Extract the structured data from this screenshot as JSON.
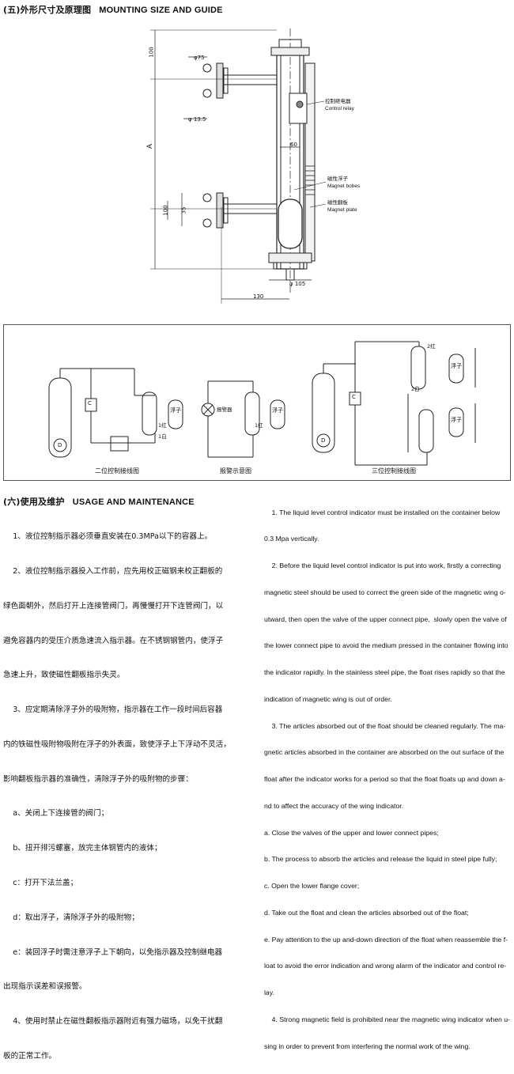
{
  "section5": {
    "title_cn": "(五)外形尺寸及原理图",
    "title_en": "MOUNTING SIZE AND GUIDE"
  },
  "dimensions": {
    "d75": "φ75",
    "d135": "φ 13.5",
    "h100": "100",
    "hA": "A",
    "d60": "60",
    "d35": "35",
    "d105": "φ 105",
    "d100": "100",
    "w130": "130"
  },
  "callouts": {
    "control_relay_cn": "控制继电器",
    "control_relay_en": "Control relay",
    "magnet_bobes_cn": "磁性浮子",
    "magnet_bobes_en": "Magnet bobes",
    "magnet_plate_cn": "磁性翻板",
    "magnet_plate_en": "Magnet plate"
  },
  "wiring": {
    "two_pos_caption": "二位控制接线图",
    "alarm_caption": "报警示意图",
    "three_pos_caption": "三位控制接线图",
    "float_label": "浮子",
    "c_label": "C",
    "d_label": "D",
    "relay_lbl": "1白",
    "red_lbl": "1红",
    "red2_lbl": "2红",
    "white2_lbl": "2白",
    "alarm_lbl": "报警器"
  },
  "section6": {
    "title_cn": "(六)使用及维护",
    "title_en": "USAGE AND MAINTENANCE"
  },
  "instructions_cn": [
    "    1、液位控制指示器必须垂直安装在0.3MPa以下的容器上。",
    "    2、液位控制指示器投入工作前，应先用校正磁钢来校正翻板的",
    "绿色面朝外，然后打开上连接管阀门，再慢慢打开下连管阀门，以",
    "避免容器内的受压介质急速流入指示器。在不锈钢钢管内，使浮子",
    "急速上升，致使磁性翻板指示失灵。",
    "    3、应定期清除浮子外的吸附物，指示器在工作一段时间后容器",
    "内的铁磁性吸附物吸附在浮子的外表面，致使浮子上下浮动不灵活，",
    "影响翻板指示器的准确性，清除浮子外的吸附物的步骤：",
    "    a、关闭上下连接管的阀门；",
    "    b、扭开排污螺塞，放完主体钢管内的液体；",
    "    c：打开下法兰盖；",
    "    d：取出浮子，清除浮子外的吸附物；",
    "    e：装回浮子时需注意浮子上下朝向，以免指示器及控制继电器",
    "出现指示误差和误报警。",
    "    4、使用时禁止在磁性翻板指示器附近有强力磁场，以免干扰翻",
    "板的正常工作。"
  ],
  "instructions_en": [
    "    1. The liquid level control indicator must be installed on the container below",
    "0.3 Mpa vertically.",
    "    2. Before the liquid level control indicator is put into work, firstly a correcting",
    "magnetic steel should be used to correct the green side of the magnetic wing o-",
    "utward, then open the valve of the upper connect pipe,  slowly open the valve of",
    "the lower connect pipe to avoid the medium pressed in the container flowing into",
    "the indicator rapidly. In the stainless steel pipe, the float rises rapidly so that the",
    "indication of magnetic wing is out of order.",
    "    3. The articles absorbed out of the float should be cleaned regularly. The ma-",
    "gnetic articles absorbed in the container are absorbed on the out surface of the",
    "float after the indicator works for a period so that the float floats up and down a-",
    "nd to affect the accuracy of the wing indicator.",
    "a. Close the valves of the upper and lower connect pipes;",
    "b. The process to absorb the articles and release the liquid in steel pipe fully;",
    "c. Open the lower flange cover;",
    "d. Take out the float and clean the articles absorbed out of the float;",
    "e. Pay attention to the up and-down direction of the float when reassemble the f-",
    "loat to avoid the error indication and wrong alarm of the indicator and control re-",
    "lay.",
    "    4. Strong magnetic field is prohibited near the magnetic wing indicator when u-",
    "sing in order to prevent from interfering the normal work of the wing."
  ]
}
